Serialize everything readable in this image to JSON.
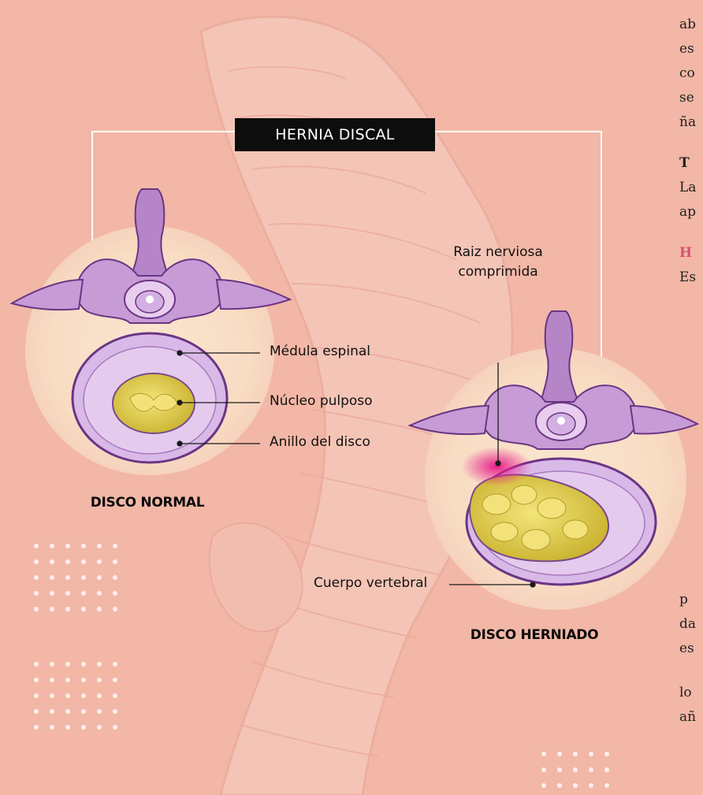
{
  "title": "HERNIA DISCAL",
  "normal_disc": {
    "caption": "DISCO NORMAL",
    "labels": {
      "spinal_cord": "Médula espinal",
      "nucleus": "Núcleo pulposo",
      "ring": "Anillo del disco"
    }
  },
  "herniated_disc": {
    "caption": "DISCO HERNIADO",
    "labels": {
      "nerve_root_line1": "Raiz nerviosa",
      "nerve_root_line2": "comprimida",
      "vertebral_body": "Cuerpo vertebral"
    }
  },
  "side_text": {
    "l1": "ab",
    "l2": "es",
    "l3": "co",
    "l4": "se",
    "l5": "ña",
    "b1": "T",
    "l6": "La",
    "l7": "ap",
    "h1": "H",
    "l8": "Es",
    "l9": "p",
    "l10": "da",
    "l11": "es",
    "l12": "lo",
    "l13": "añ"
  },
  "colors": {
    "background": "#f2b7a6",
    "halo": "#f8dcc3",
    "bone": "#b07ac3",
    "bone_dark": "#6b3585",
    "nucleus": "#e9d64a",
    "herniation": "#e0349a",
    "title_box": "#0d0d0d"
  }
}
